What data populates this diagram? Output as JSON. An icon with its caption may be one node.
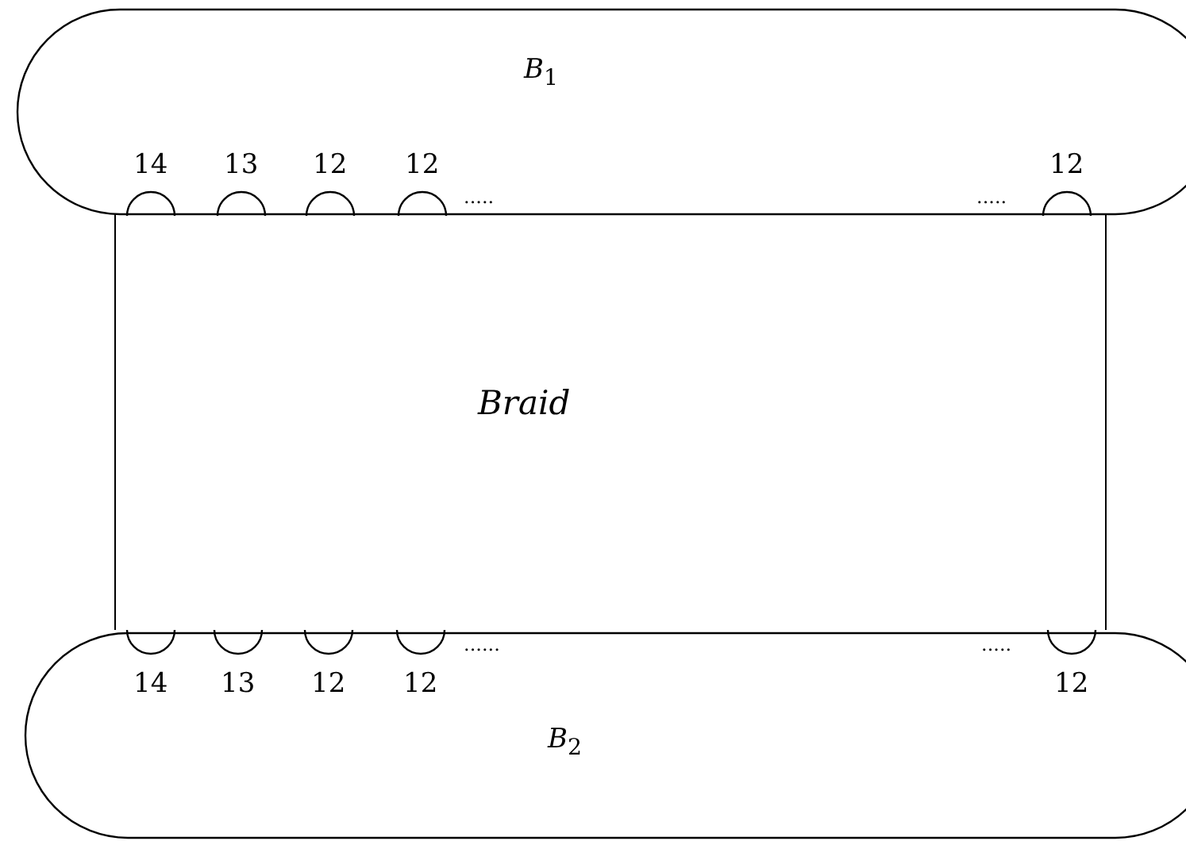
{
  "diagram": {
    "nodes": [
      {
        "text": [
          "*B*$_{1}$"
        ]
      },
      {
        "text": [],
        "shape": "semicircle",
        "in": 0
      },
      {
        "text": [],
        "shape": "semicircle",
        "in": 0
      },
      {
        "text": [],
        "shape": "semicircle",
        "in": 0
      },
      {
        "text": [],
        "shape": "semicircle",
        "in": 0
      },
      {
        "text": [],
        "shape": "semicircle",
        "in": 0
      },
      {
        "text": [
          "Braid"
        ]
      },
      {
        "text": [
          "*B*$_{2}$"
        ]
      },
      {
        "text": [],
        "shape": "semicircle",
        "in": 7
      },
      {
        "text": [],
        "shape": "semicircle",
        "in": 7
      },
      {
        "text": [],
        "shape": "semicircle",
        "in": 7
      },
      {
        "text": [],
        "shape": "semicircle",
        "in": 7
      },
      {
        "text": [],
        "shape": "semicircle",
        "in": 7
      }
    ],
    "edges": [],
    "labels": [
      "14",
      "13",
      "12",
      "12",
      "12",
      ".....",
      ".....",
      "......",
      ".....",
      "14",
      "13",
      "12",
      "12",
      "12"
    ]
  }
}
